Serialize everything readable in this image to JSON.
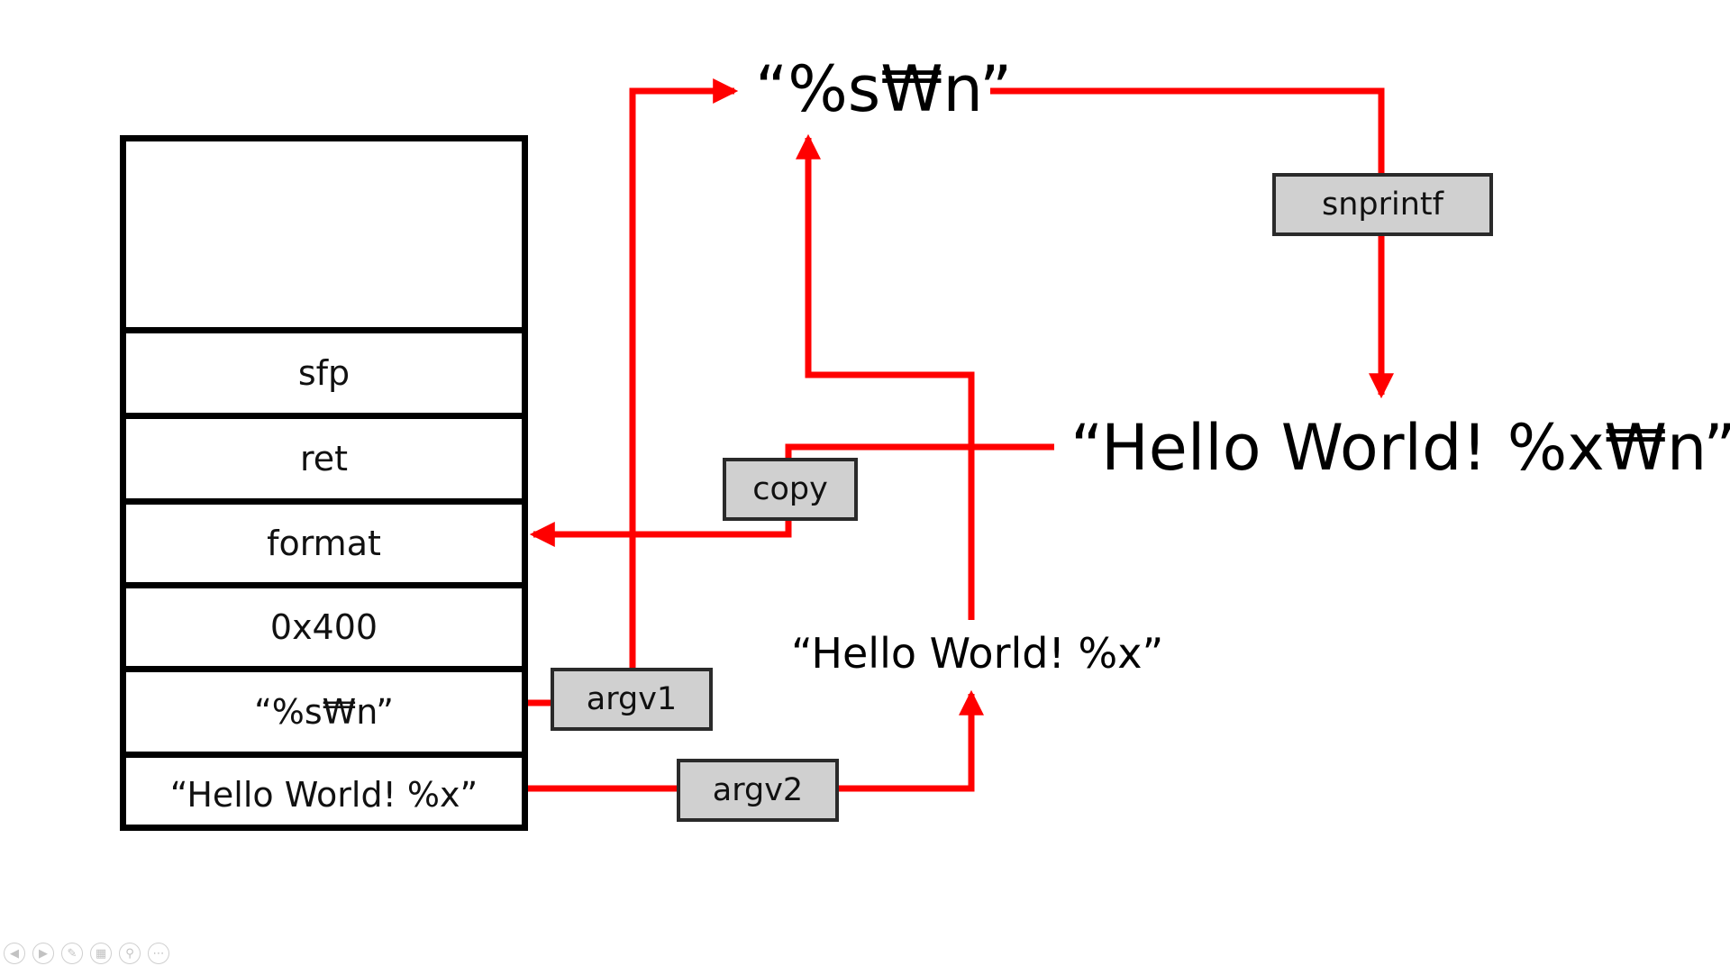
{
  "stack": {
    "top_cell": "",
    "cells": [
      "sfp",
      "ret",
      "format",
      "0x400",
      "“%s₩n”",
      "“Hello World! %x”"
    ]
  },
  "labels": {
    "argv1": "argv1",
    "argv2": "argv2",
    "copy": "copy",
    "snprintf": "snprintf"
  },
  "texts": {
    "format_string": "“%s₩n”",
    "result_string": "“Hello World! %x₩n”",
    "argv2_string": "“Hello World! %x”"
  },
  "colors": {
    "arrow": "#ff0000",
    "label_bg": "#d0d0d0",
    "border": "#000000"
  },
  "toolbar": {
    "icons": [
      "prev-icon",
      "next-icon",
      "pen-icon",
      "slides-icon",
      "zoom-icon",
      "more-icon"
    ]
  }
}
